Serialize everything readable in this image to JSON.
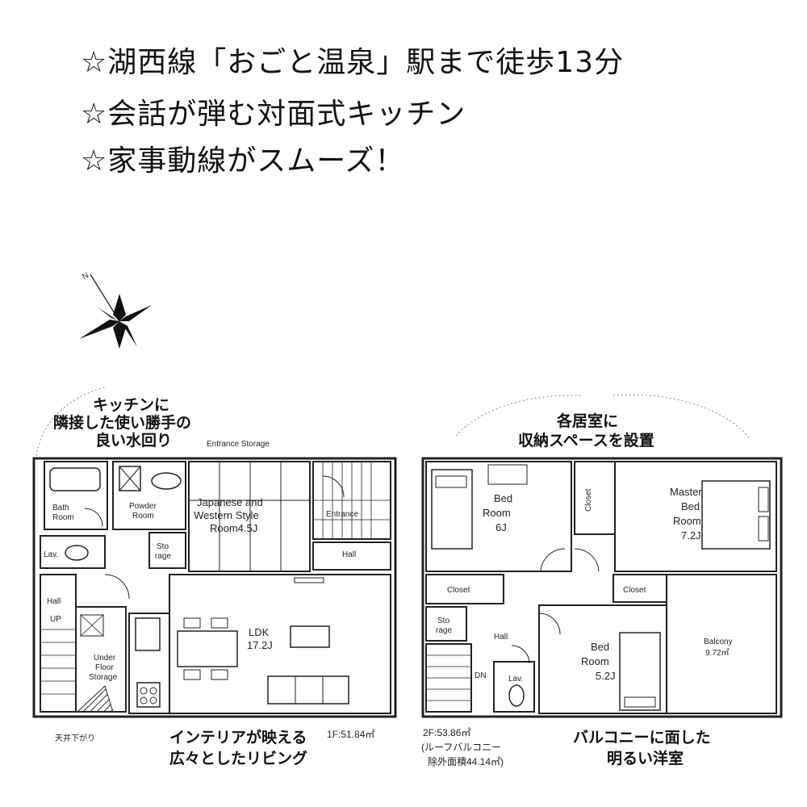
{
  "headlines": [
    "☆湖西線「おごと温泉」駅まで徒歩13分",
    "☆会話が弾む対面式キッチン",
    "☆家事動線がスムーズ！"
  ],
  "compass": {
    "label": "N"
  },
  "floor1": {
    "callout_top": [
      "キッチンに",
      "隣接した使い勝手の",
      "良い水回り"
    ],
    "rooms": {
      "bath": [
        "Bath",
        "Room"
      ],
      "powder": [
        "Powder",
        "Room"
      ],
      "japanese": [
        "Japanese and",
        "Western Style",
        "Room4.5J"
      ],
      "entrance_storage": "Entrance Storage",
      "entrance": "Entrance",
      "storage": [
        "Sto",
        "rage"
      ],
      "lav": "Lav.",
      "hall_upper": "Hall",
      "hall_left": "Hall",
      "up": "UP",
      "ldk": [
        "LDK",
        "17.2J"
      ],
      "underfloor": [
        "Under",
        "Floor",
        "Storage"
      ],
      "ceiling_note": "天井下がり"
    },
    "area": "1F:51.84㎡",
    "caption": [
      "インテリアが映える",
      "広々としたリビング"
    ]
  },
  "floor2": {
    "callout_top": [
      "各居室に",
      "収納スペースを設置"
    ],
    "rooms": {
      "bed6": [
        "Bed",
        "Room",
        "6J"
      ],
      "closet_a": "Closet",
      "master": [
        "Master",
        "Bed",
        "Room",
        "7.2J"
      ],
      "closet_b": "Closet",
      "closet_c": "Closet",
      "storage": [
        "Sto",
        "rage"
      ],
      "hall": "Hall",
      "dn": "DN",
      "lav": "Lav.",
      "bed5": [
        "Bed",
        "Room",
        "5.2J"
      ],
      "balcony": [
        "Balcony",
        "9.72㎡"
      ]
    },
    "area": [
      "2F:53.86㎡",
      "(ルーフバルコニー",
      "除外面積44.14㎡)"
    ],
    "caption": [
      "バルコニーに面した",
      "明るい洋室"
    ]
  }
}
